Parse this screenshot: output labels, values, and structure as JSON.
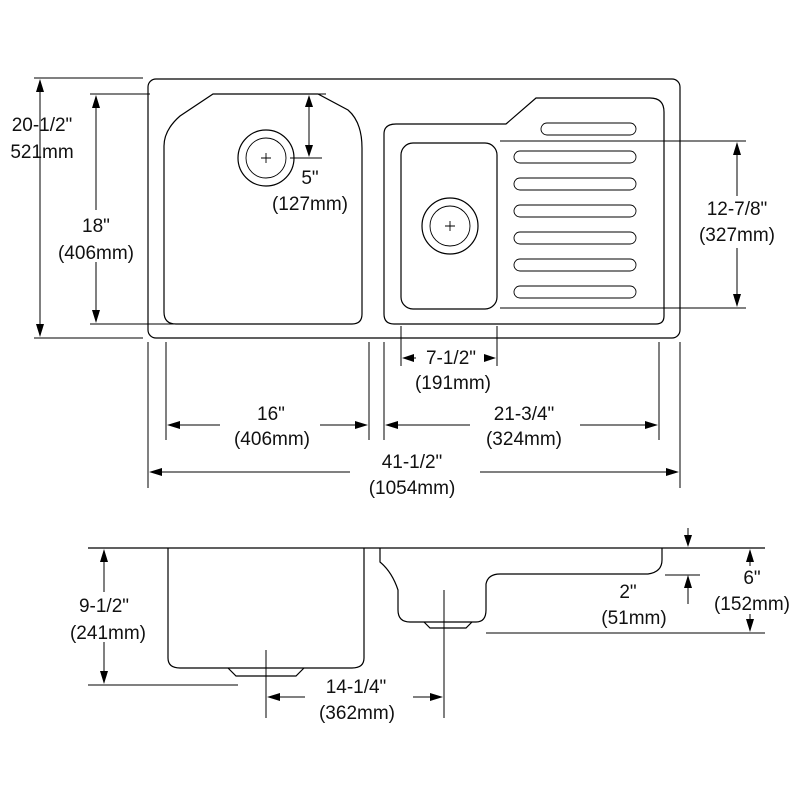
{
  "dimensions": {
    "overall_depth": {
      "imperial": "20-1/2\"",
      "metric": "521mm"
    },
    "left_bowl_depth": {
      "imperial": "18\"",
      "metric": "(406mm)"
    },
    "drain_offset": {
      "imperial": "5\"",
      "metric": "(127mm)"
    },
    "drainboard_depth": {
      "imperial": "12-7/8\"",
      "metric": "(327mm)"
    },
    "small_bowl_width": {
      "imperial": "7-1/2\"",
      "metric": "(191mm)"
    },
    "left_bowl_width": {
      "imperial": "16\"",
      "metric": "(406mm)"
    },
    "right_section_width": {
      "imperial": "21-3/4\"",
      "metric": "(324mm)"
    },
    "overall_width": {
      "imperial": "41-1/2\"",
      "metric": "(1054mm)"
    },
    "bowl_height": {
      "imperial": "9-1/2\"",
      "metric": "(241mm)"
    },
    "drain_spacing": {
      "imperial": "14-1/4\"",
      "metric": "(362mm)"
    },
    "small_bowl_height": {
      "imperial": "2\"",
      "metric": "(51mm)"
    },
    "right_height": {
      "imperial": "6\"",
      "metric": "(152mm)"
    }
  }
}
